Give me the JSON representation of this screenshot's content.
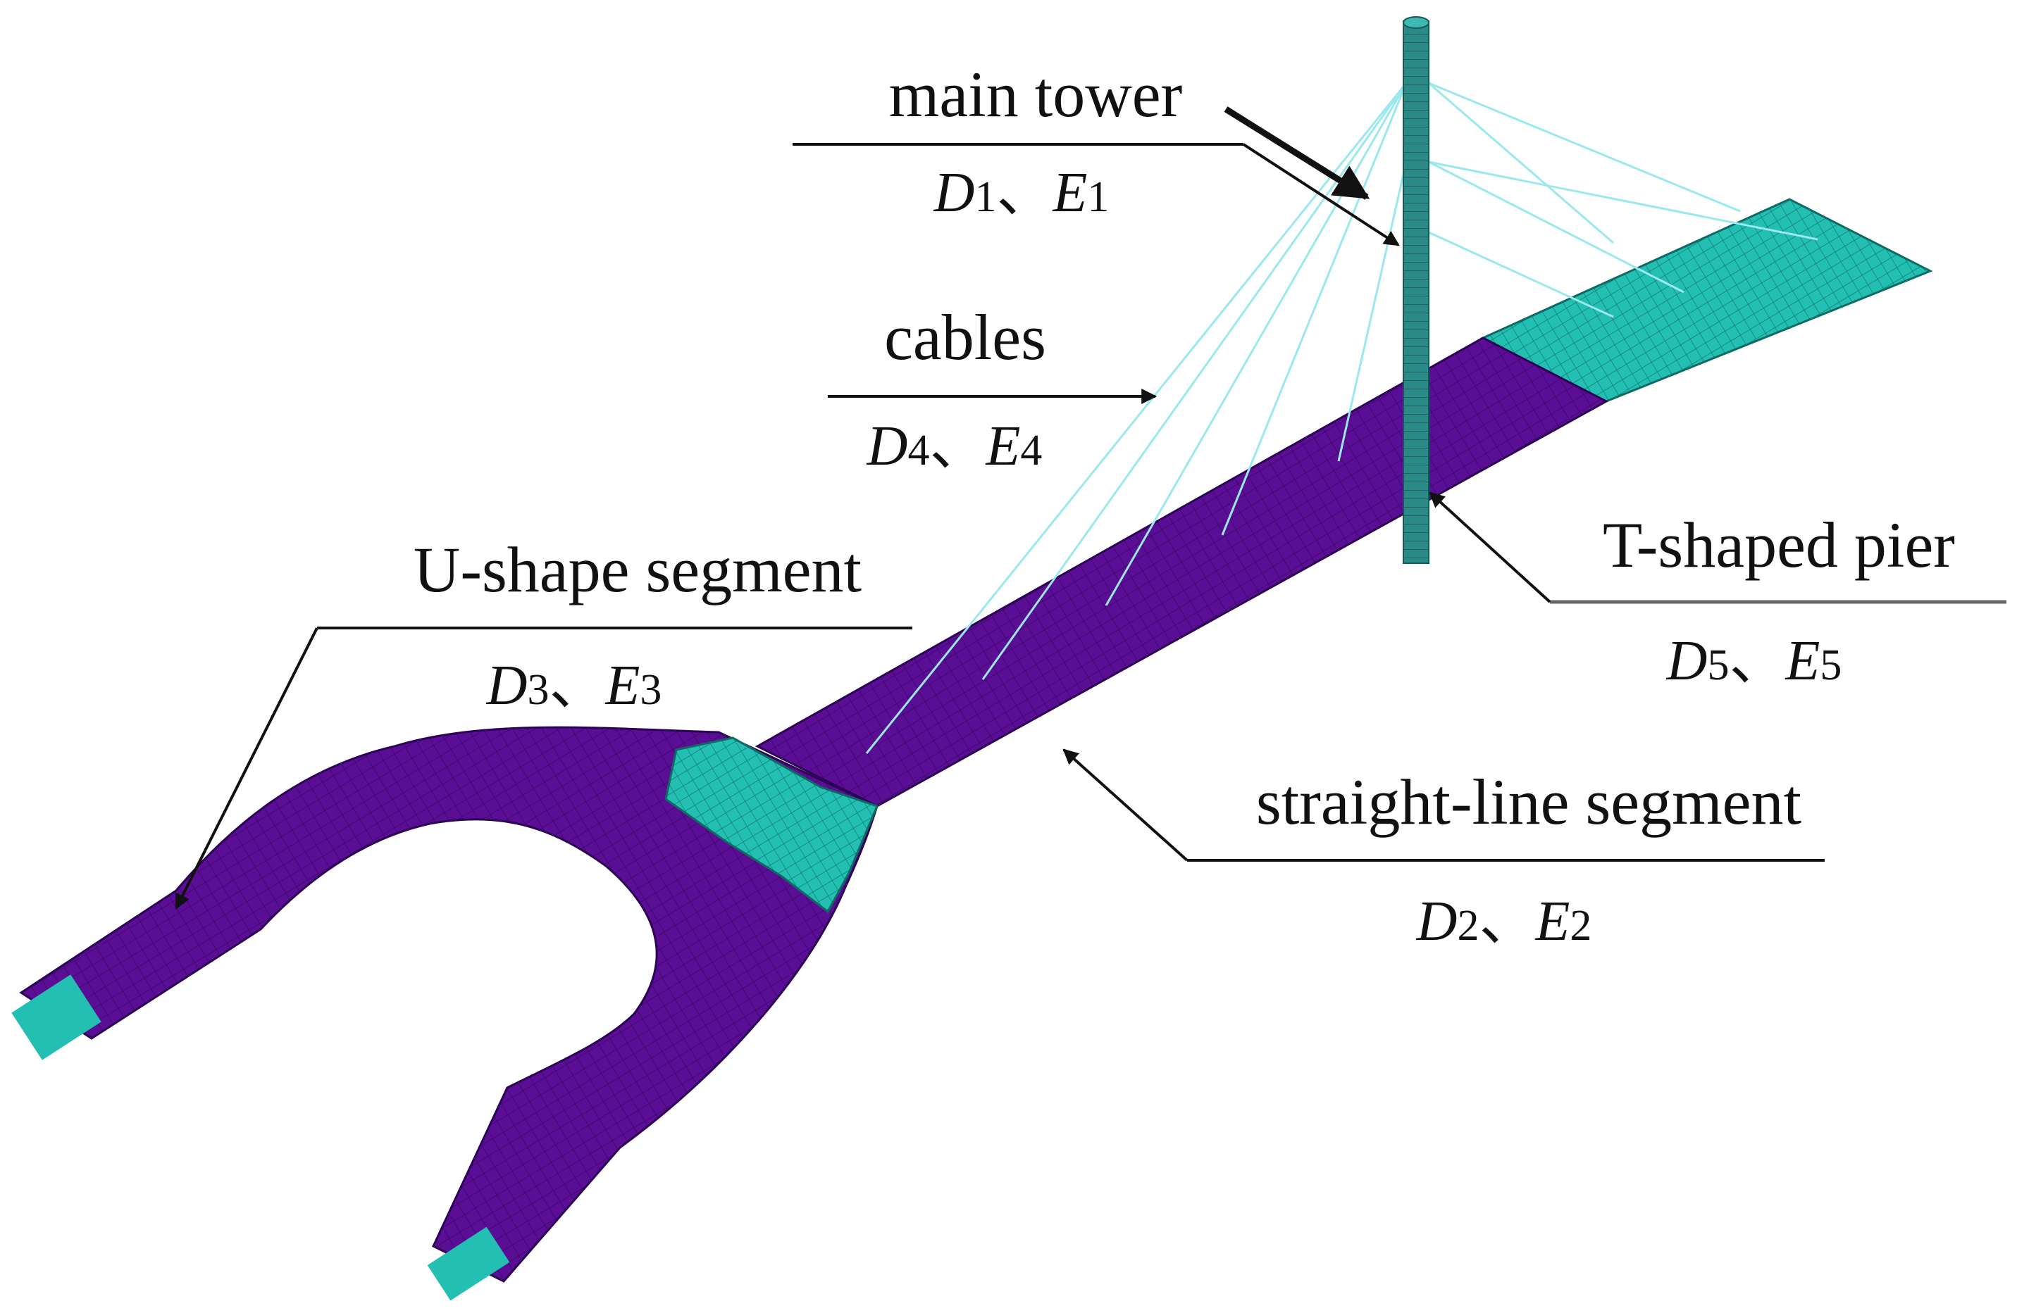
{
  "colors": {
    "deck": "#5a0e95",
    "mesh": "#22bfb2",
    "cable": "#9be8ee",
    "tower": "#2a8a88",
    "ink": "#111111"
  },
  "components": {
    "main_tower": {
      "name": "main tower",
      "d": "D",
      "d_sub": "1",
      "sep": "、",
      "e": "E",
      "e_sub": "1"
    },
    "cables": {
      "name": "cables",
      "d": "D",
      "d_sub": "4",
      "sep": "、",
      "e": "E",
      "e_sub": "4"
    },
    "u_shape": {
      "name": "U-shape segment",
      "d": "D",
      "d_sub": "3",
      "sep": "、",
      "e": "E",
      "e_sub": "3"
    },
    "t_pier": {
      "name": "T-shaped pier",
      "d": "D",
      "d_sub": "5",
      "sep": "、",
      "e": "E",
      "e_sub": "5"
    },
    "straight": {
      "name": "straight-line segment",
      "d": "D",
      "d_sub": "2",
      "sep": "、",
      "e": "E",
      "e_sub": "2"
    }
  }
}
